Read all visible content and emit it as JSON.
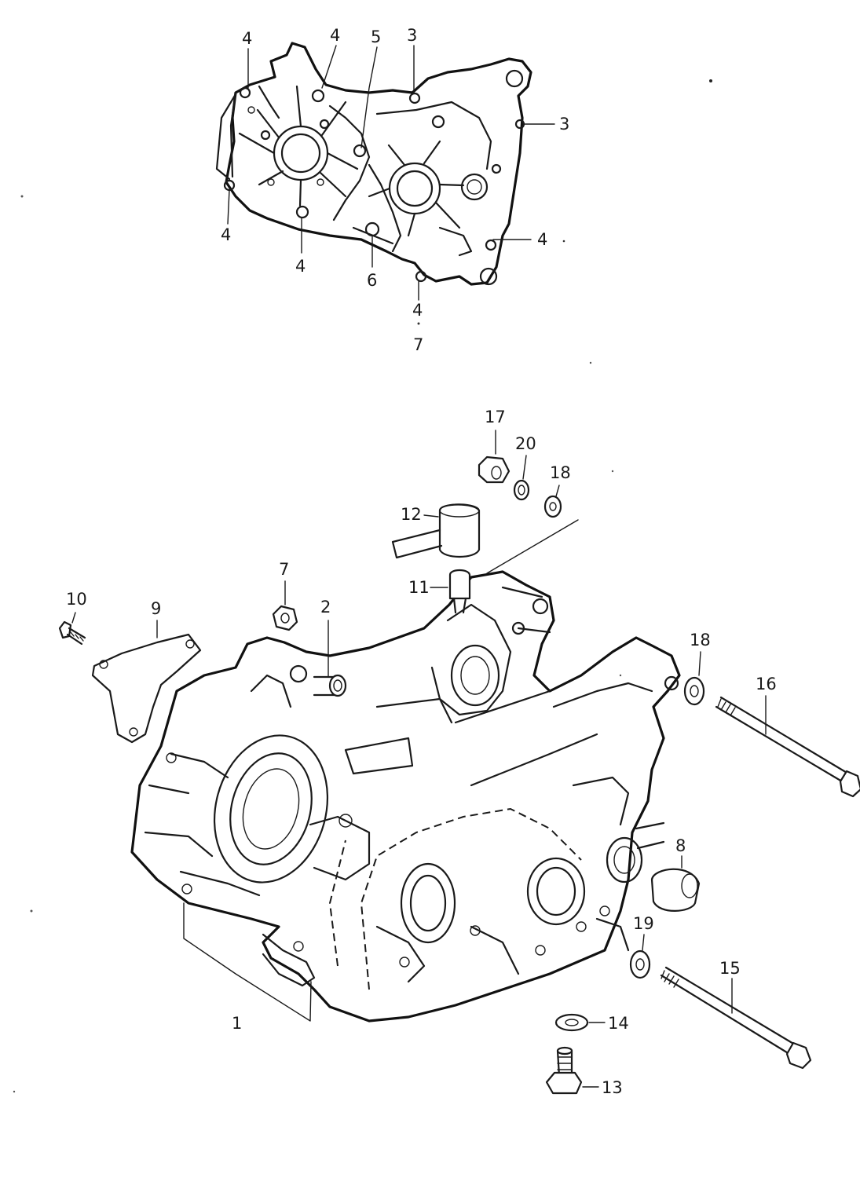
{
  "diagram": {
    "labels": {
      "top_4a": "4",
      "top_4b": "4",
      "top_5": "5",
      "top_3a": "3",
      "top_3b": "3",
      "top_4c": "4",
      "top_4d": "4",
      "top_4e": "4",
      "top_6": "6",
      "top_4f": "4",
      "top_7": "7",
      "p17": "17",
      "p20": "20",
      "p18a": "18",
      "p12": "12",
      "p11": "11",
      "p7": "7",
      "p2": "2",
      "p10": "10",
      "p9": "9",
      "p18b": "18",
      "p16": "16",
      "p8": "8",
      "p19": "19",
      "p15": "15",
      "p14": "14",
      "p13": "13",
      "p1": "1"
    }
  }
}
